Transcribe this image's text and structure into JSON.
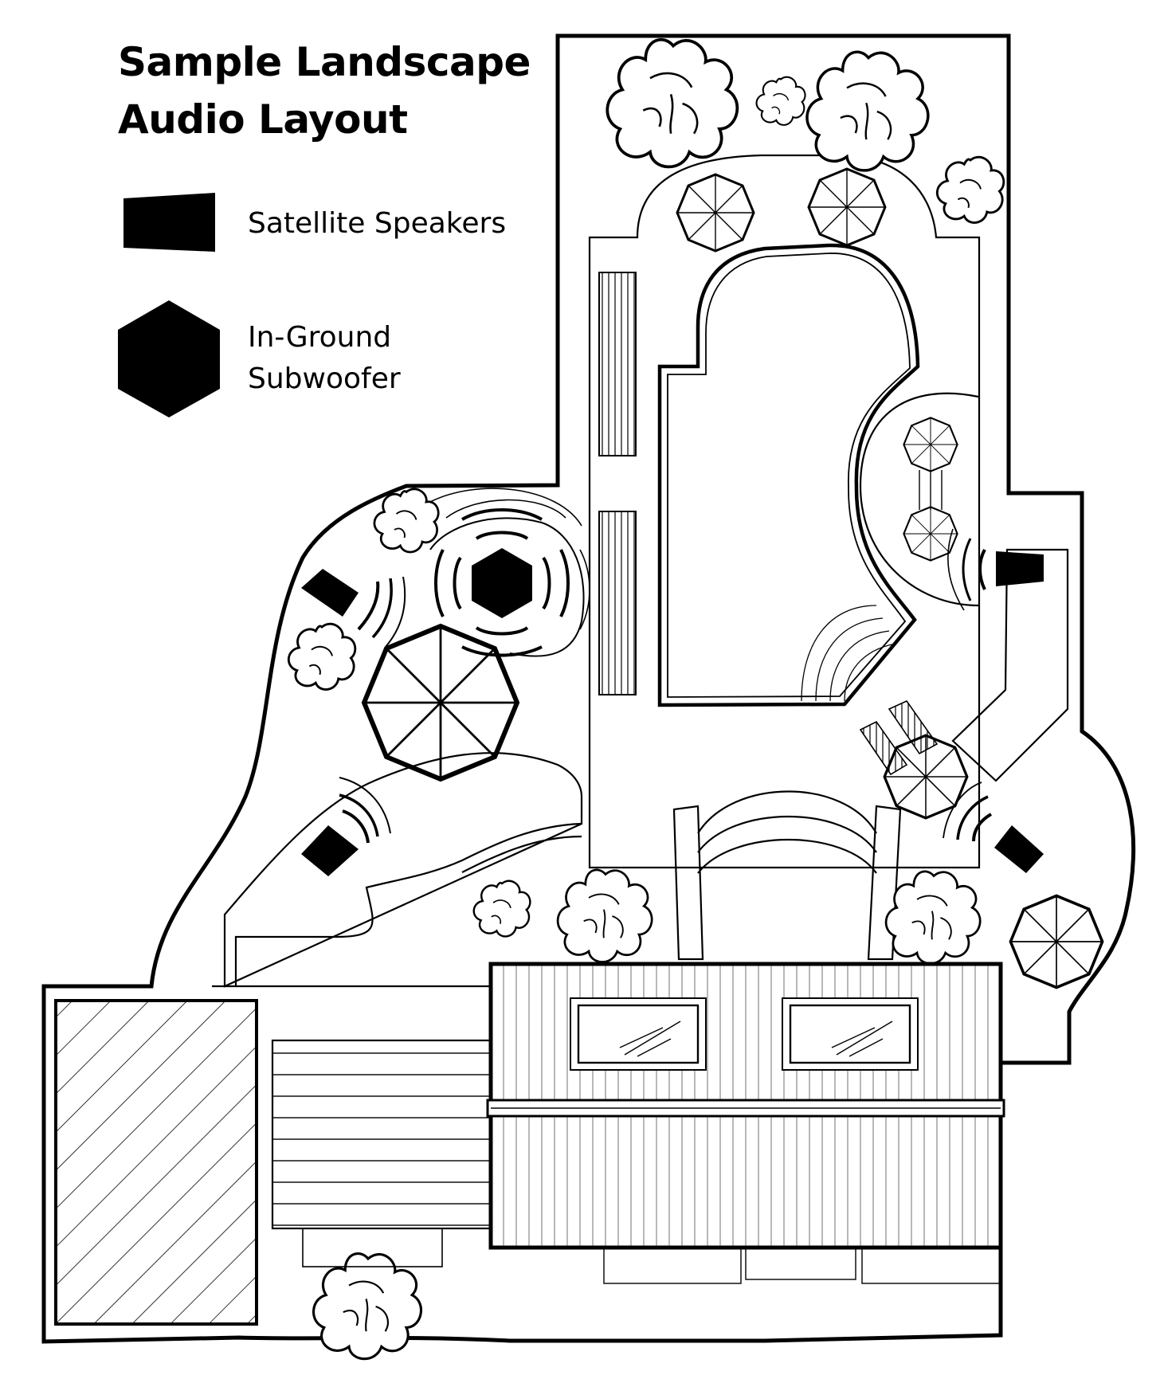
{
  "title": {
    "line1": "Sample Landscape",
    "line2": "Audio Layout"
  },
  "legend": {
    "satellite_label": "Satellite Speakers",
    "subwoofer_line1": "In-Ground",
    "subwoofer_line2": "Subwoofer"
  },
  "colors": {
    "ink": "#000000",
    "paper": "#ffffff"
  }
}
